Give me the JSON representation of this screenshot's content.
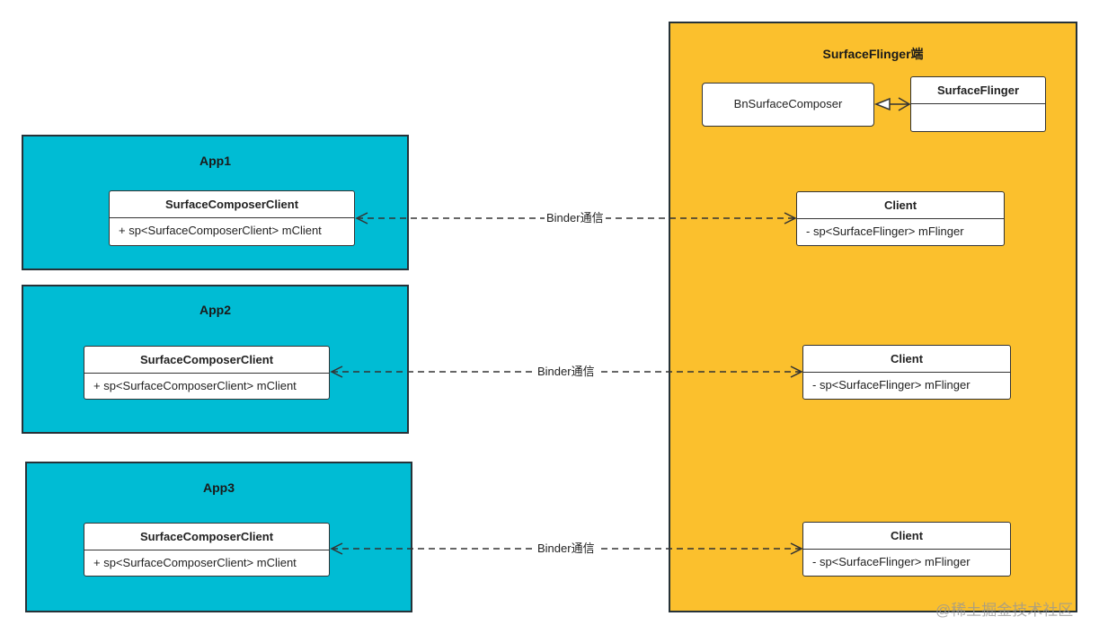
{
  "diagram": {
    "apps": [
      {
        "title": "App1",
        "class_name": "SurfaceComposerClient",
        "class_member": "+ sp<SurfaceComposerClient> mClient"
      },
      {
        "title": "App2",
        "class_name": "SurfaceComposerClient",
        "class_member": "+ sp<SurfaceComposerClient> mClient"
      },
      {
        "title": "App3",
        "class_name": "SurfaceComposerClient",
        "class_member": "+ sp<SurfaceComposerClient> mClient"
      }
    ],
    "server": {
      "title": "SurfaceFlinger端",
      "bn_label": "BnSurfaceComposer",
      "flinger_class": "SurfaceFlinger",
      "clients": [
        {
          "class_name": "Client",
          "class_member": "- sp<SurfaceFlinger> mFlinger"
        },
        {
          "class_name": "Client",
          "class_member": "- sp<SurfaceFlinger> mFlinger"
        },
        {
          "class_name": "Client",
          "class_member": "- sp<SurfaceFlinger> mFlinger"
        }
      ]
    },
    "connections": [
      {
        "label": "Binder通信"
      },
      {
        "label": "Binder通信"
      },
      {
        "label": "Binder通信"
      }
    ],
    "colors": {
      "app_fill": "#00bcd4",
      "server_fill": "#fbc02d",
      "stroke": "#263238"
    }
  },
  "watermark": "@稀土掘金技术社区"
}
